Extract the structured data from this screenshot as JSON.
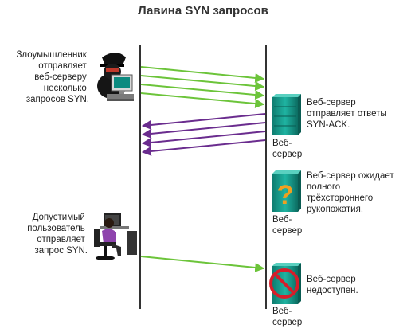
{
  "title": "Лавина SYN запросов",
  "attacker": {
    "text": [
      "Злоумышленник",
      "отправляет",
      "веб-серверу",
      "несколько",
      "запросов SYN."
    ]
  },
  "legit_user": {
    "text": [
      "Допустимый",
      "пользователь",
      "отправляет",
      "запрос SYN."
    ]
  },
  "server_label": [
    "Веб-",
    "сервер"
  ],
  "events": [
    {
      "name": "syn-ack",
      "text": [
        "Веб-сервер",
        "отправляет ответы",
        "SYN-ACK."
      ]
    },
    {
      "name": "waiting",
      "text": [
        "Веб-сервер ожидает",
        "полного",
        "трёхстороннего",
        "рукопожатия."
      ]
    },
    {
      "name": "unavailable",
      "text": [
        "Веб-сервер",
        "недоступен."
      ]
    }
  ],
  "colors": {
    "syn_arrow": "#6cc43a",
    "synack_arrow": "#6a2c8e",
    "server": "#149a8a",
    "question": "#f0a020",
    "prohibited": "#d61e2a",
    "timeline": "#333333"
  },
  "icons": {
    "attacker": "hacker-at-computer-icon",
    "user": "user-at-workstation-icon",
    "server": "web-server-icon",
    "question": "question-mark-icon",
    "prohibited": "prohibited-icon"
  }
}
